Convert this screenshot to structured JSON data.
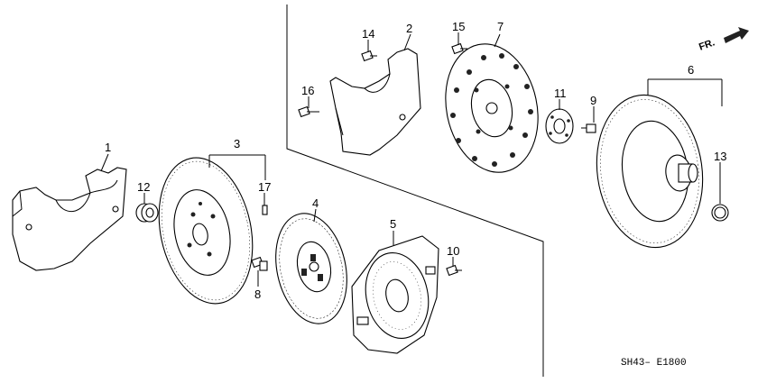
{
  "diagram": {
    "callouts": {
      "p1": "1",
      "p2": "2",
      "p3": "3",
      "p4": "4",
      "p5": "5",
      "p6": "6",
      "p7": "7",
      "p8": "8",
      "p9": "9",
      "p10": "10",
      "p11": "11",
      "p12": "12",
      "p13": "13",
      "p14": "14",
      "p15": "15",
      "p16": "16",
      "p17": "17"
    },
    "direction_label": "FR.",
    "diagram_code": "SH43– E1800"
  }
}
